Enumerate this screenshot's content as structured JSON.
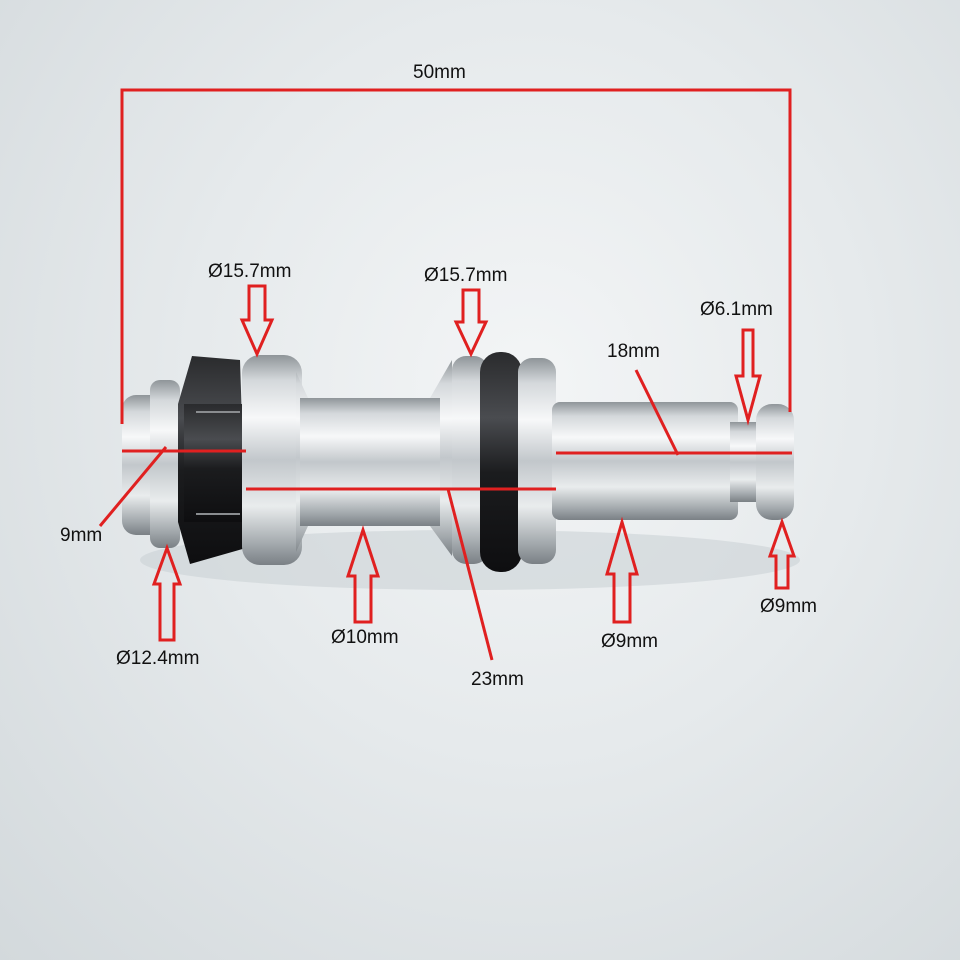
{
  "image": {
    "subject": "valve-stem-part",
    "annotation_color": "#e02020"
  },
  "dimensions": {
    "overall_length": "50mm",
    "rear_ring_diameter": "Ø15.7mm",
    "front_flange_diameter": "Ø15.7mm",
    "tip_groove_diameter": "Ø6.1mm",
    "front_shaft_length": "18mm",
    "end_length": "9mm",
    "end_cap_diameter": "Ø12.4mm",
    "waist_diameter": "Ø10mm",
    "mid_length": "23mm",
    "front_shaft_diameter": "Ø9mm",
    "tip_diameter": "Ø9mm"
  }
}
